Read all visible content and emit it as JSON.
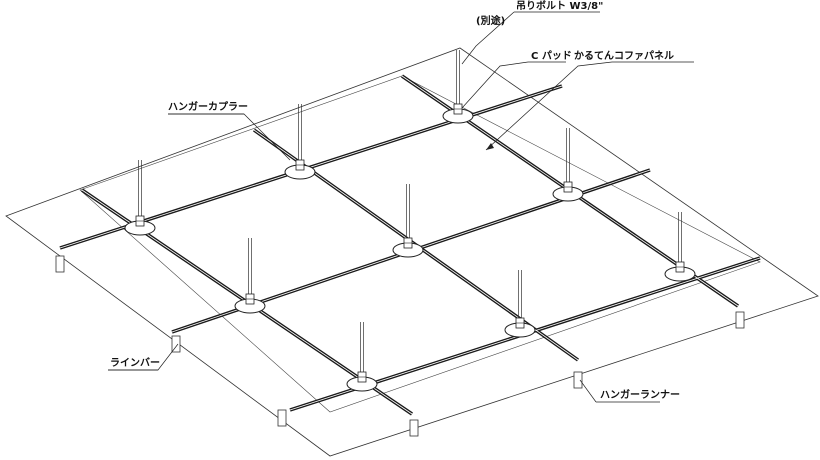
{
  "labels": {
    "bolt": "吊りボルト W3/8\"",
    "bolt_note": "(別途)",
    "c_pad": "C パッド",
    "panel": "かるてんコファパネル",
    "coupler": "ハンガーカプラー",
    "line_bar": "ラインバー",
    "runner": "ハンガーランナー"
  },
  "colors": {
    "line": "#222222",
    "bar": "#1a1a1a",
    "text": "#111111"
  }
}
